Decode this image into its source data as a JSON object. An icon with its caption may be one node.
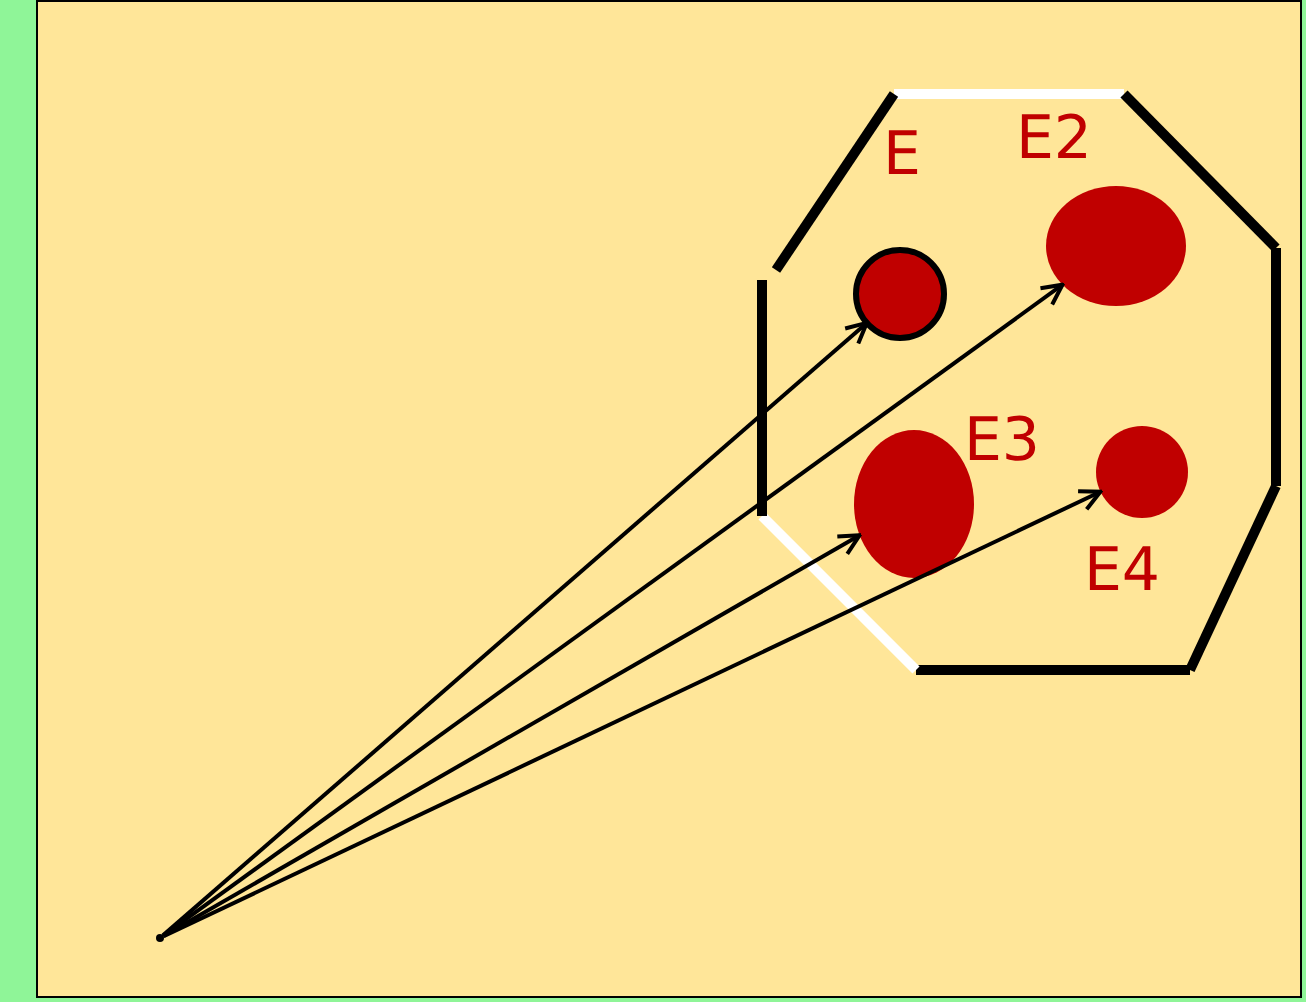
{
  "diagram": {
    "nodes": [
      {
        "text": [],
        "shape": "octagon"
      },
      {
        "text": [
          "E"
        ],
        "in": 0
      },
      {
        "text": [
          "E2"
        ],
        "in": 0
      },
      {
        "text": [
          "E3"
        ],
        "in": 0
      },
      {
        "text": [
          "E4"
        ],
        "in": 0
      },
      {
        "text": [],
        "shape": "dot"
      }
    ],
    "edges": [
      {
        "from": 5,
        "to": 1,
        "arrow": "to"
      },
      {
        "from": 5,
        "to": 2,
        "arrow": "to"
      },
      {
        "from": 5,
        "to": 3,
        "arrow": "to"
      },
      {
        "from": 5,
        "to": 4,
        "arrow": "to"
      }
    ]
  }
}
